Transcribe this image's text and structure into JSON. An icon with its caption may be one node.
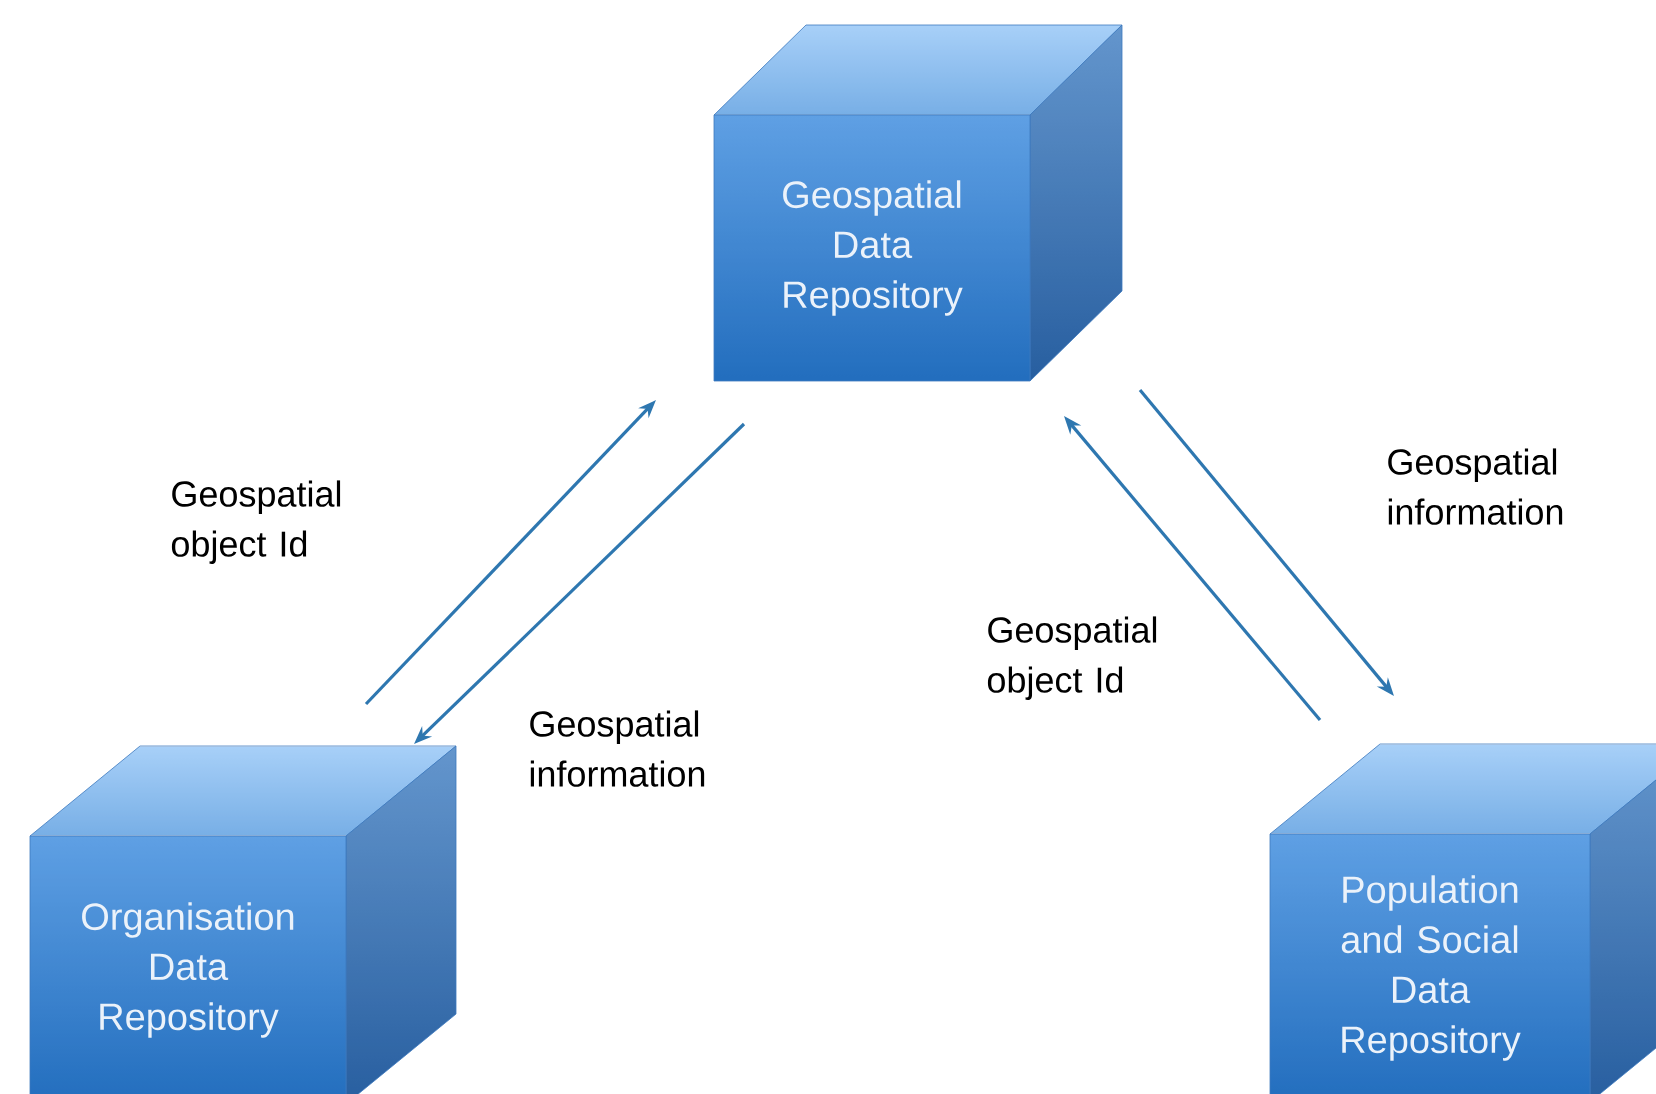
{
  "diagram": {
    "nodes": [
      {
        "text": [
          "Geospatial Data Repository"
        ]
      },
      {
        "text": [
          "Organisation Data Repository"
        ]
      },
      {
        "text": [
          "Population and Social Data Repository"
        ]
      }
    ],
    "edges": [
      {
        "from": 1,
        "to": 0,
        "arrow": "to",
        "label": "Geospatial object Id"
      },
      {
        "from": 0,
        "to": 1,
        "arrow": "to",
        "label": "Geospatial information"
      },
      {
        "from": 2,
        "to": 0,
        "arrow": "to",
        "label": "Geospatial object Id"
      },
      {
        "from": 0,
        "to": 2,
        "arrow": "to",
        "label": "Geospatial information"
      }
    ]
  }
}
